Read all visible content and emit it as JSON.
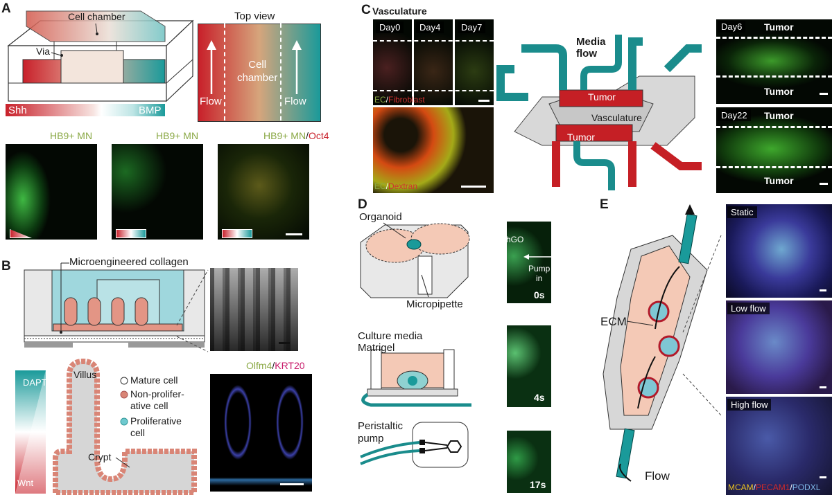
{
  "panel_a": {
    "label": "A",
    "cell_chamber": "Cell chamber",
    "via": "Via",
    "top_view": "Top view",
    "flow_left": "Flow",
    "flow_right": "Flow",
    "cell_chamber_center": "Cell\nchamber",
    "shh": "Shh",
    "bmp": "BMP",
    "images": [
      "HB9+ MN",
      "HB9+ MN",
      "HB9+ MN"
    ],
    "oct4_sep": "/",
    "oct4": "Oct4",
    "colors": {
      "red": "#c8202a",
      "teal": "#1a9a9a"
    }
  },
  "panel_b": {
    "label": "B",
    "collagen": "Microengineered collagen",
    "villus": "Villus",
    "crypt": "Crypt",
    "dapt": "DAPT",
    "wnt": "Wnt",
    "legend": [
      "Mature cell",
      "Non-prolifer-\native cell",
      "Proliferative\ncell"
    ],
    "olfm4": "Olfm4",
    "sep": "/",
    "krt20": "KRT20"
  },
  "panel_c": {
    "label": "C",
    "title": "Vasculature",
    "days": [
      "Day0",
      "Day4",
      "Day7"
    ],
    "ec": "EC",
    "sep": "/",
    "fibroblast": "Fibroblast",
    "dextran": "Dextran",
    "media_flow": "Media\nflow",
    "tumor_top": "Tumor",
    "tumor_bottom": "Tumor",
    "vasculature": "Vasculature",
    "day6": "Day6",
    "day22": "Day22",
    "tumor": "Tumor"
  },
  "panel_d": {
    "label": "D",
    "organoid": "Organoid",
    "micropipette": "Micropipette",
    "culture_media": "Culture media",
    "matrigel": "Matrigel",
    "pump": "Peristaltic\npump",
    "hgo": "hGO",
    "pump_in": "Pump\nin",
    "times": [
      "0s",
      "4s",
      "17s"
    ]
  },
  "panel_e": {
    "label": "E",
    "ecm": "ECM",
    "flow": "Flow",
    "conditions": [
      "Static",
      "Low flow",
      "High flow"
    ],
    "mcam": "MCAM",
    "pecam": "PECAM1",
    "podxl": "PODXL",
    "sep": "/"
  }
}
